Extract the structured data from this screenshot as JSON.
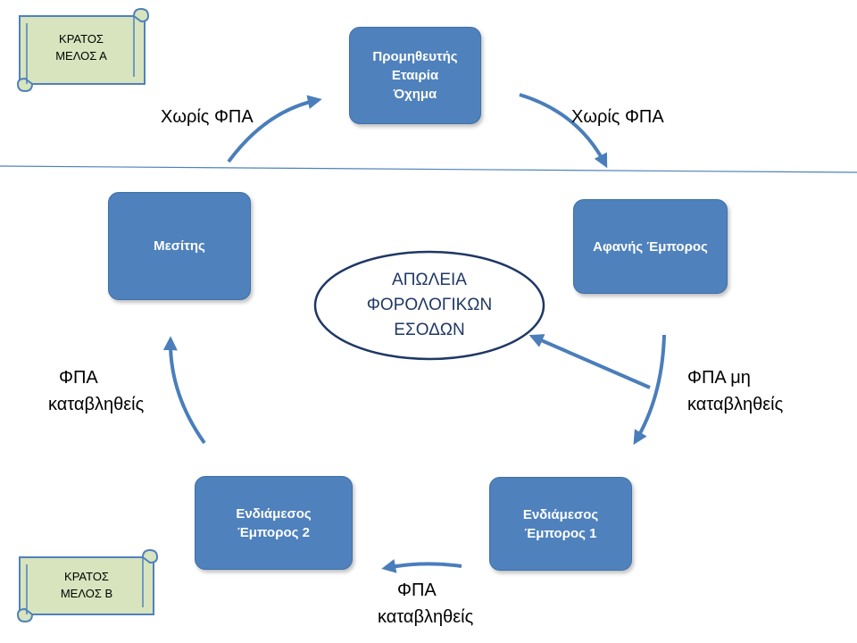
{
  "colors": {
    "box_fill": "#4f81bd",
    "arrow": "#4a7ebb",
    "ellipse_stroke": "#1f3864",
    "divider": "#4f81bd",
    "scroll_fill": "#d7e4bd"
  },
  "member_states": {
    "a": {
      "line1": "ΚΡΑΤΟΣ",
      "line2": "ΜΕΛΟΣ Α"
    },
    "b": {
      "line1": "ΚΡΑΤΟΣ",
      "line2": "ΜΕΛΟΣ Β"
    }
  },
  "nodes": {
    "supplier": {
      "line1": "Προμηθευτής",
      "line2": "Εταιρία",
      "line3": "Όχημα"
    },
    "missing_trader": {
      "label": "Αφανής Έμπορος"
    },
    "buffer1": {
      "line1": "Ενδιάμεσος",
      "line2": "Έμπορος 1"
    },
    "buffer2": {
      "line1": "Ενδιάμεσος",
      "line2": "Έμπορος 2"
    },
    "broker": {
      "label": "Μεσίτης"
    }
  },
  "center": {
    "line1": "ΑΠΩΛΕΙΑ",
    "line2": "ΦΟΡΟΛΟΓΙΚΩΝ",
    "line3": "ΕΣΟΔΩΝ"
  },
  "flows": {
    "broker_to_supplier": "Χωρίς ΦΠΑ",
    "supplier_to_missing": "Χωρίς ΦΠΑ",
    "missing_to_buffer1": {
      "line1": "ΦΠΑ μη",
      "line2": "καταβληθείς"
    },
    "buffer1_to_buffer2": {
      "line1": "ΦΠΑ",
      "line2": "καταβληθείς"
    },
    "buffer2_to_broker": {
      "line1": "ΦΠΑ",
      "line2": "καταβληθείς"
    }
  }
}
